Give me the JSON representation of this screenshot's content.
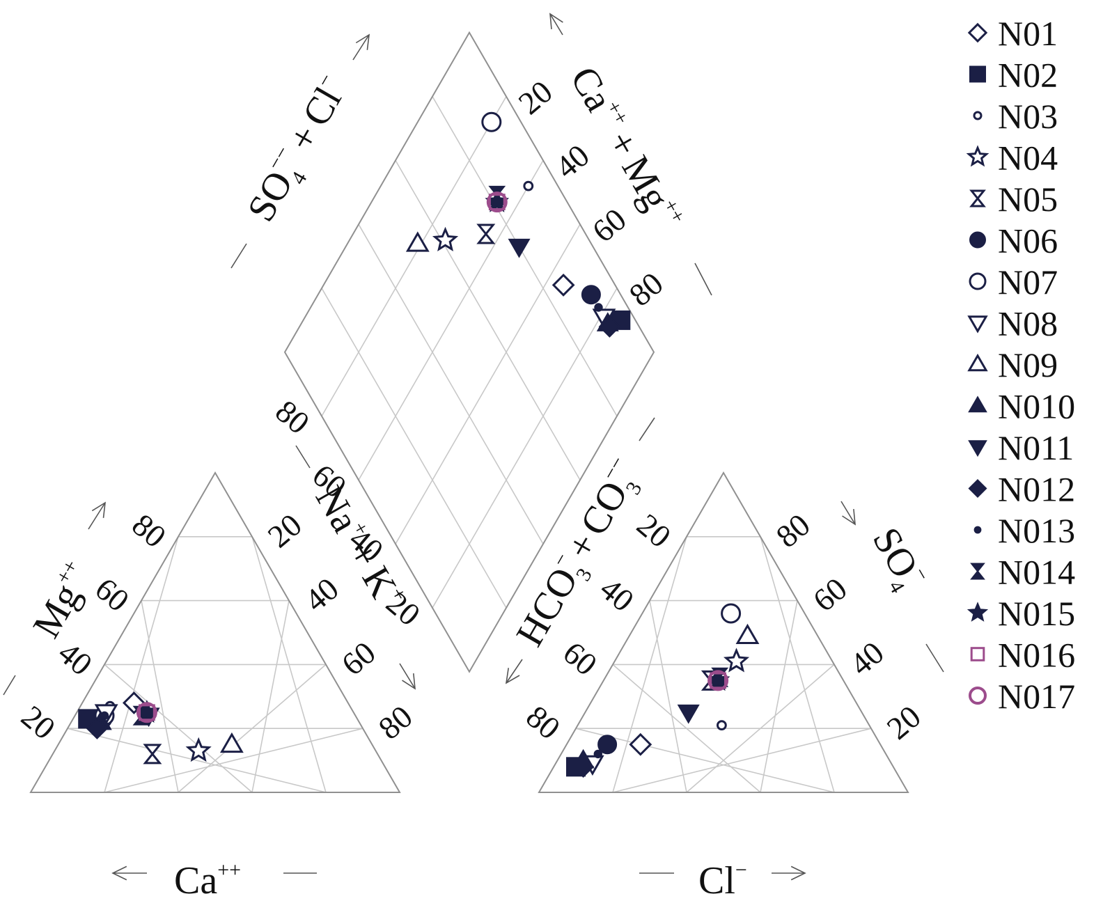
{
  "colors": {
    "marker": "#1b1f45",
    "marker_alt": "#9c4c8c",
    "grid": "#c8c8c8",
    "frame": "#909090"
  },
  "chart_data": {
    "type": "scatter",
    "subtype": "piper-trilinear",
    "title": "",
    "ticks": [
      "20",
      "40",
      "60",
      "80"
    ],
    "grid": true,
    "legend_placement": "right",
    "axes": {
      "cation_triangle": {
        "left_axis": "Mg",
        "left_sup": "++",
        "right_axis_a": "Na",
        "right_sup_a": "+",
        "plus": "+",
        "right_axis_b": "K",
        "right_sup_b": "+",
        "bottom_axis": "Ca",
        "bottom_sup": "++"
      },
      "anion_triangle": {
        "left_axis_a": "HCO",
        "left_sub_a": "3",
        "left_sup_a": "−",
        "plus": "+",
        "left_axis_b": "CO",
        "left_sub_b": "3",
        "left_sup_b": "−−",
        "right_axis": "SO",
        "right_sub": "4",
        "right_sup": "−",
        "bottom_axis": "Cl",
        "bottom_sup": "−"
      },
      "diamond": {
        "left_axis_a": "SO",
        "left_sub_a": "4",
        "left_sup_a": "−−",
        "plus_a": "+",
        "left_axis_b": "Cl",
        "left_sup_b": "−",
        "right_axis_a": "Ca",
        "right_sup_a": "++",
        "plus_b": "+",
        "right_axis_b": "Mg",
        "right_sup_b": "++"
      }
    },
    "series": [
      {
        "name": "N01",
        "marker": "diamond-open",
        "cation": {
          "Ca": 58,
          "Mg": 28,
          "NaK": 14
        },
        "anion": {
          "Cl": 20,
          "SO4": 15,
          "HCO3": 65
        }
      },
      {
        "name": "N02",
        "marker": "square-filled",
        "cation": {
          "Ca": 73,
          "Mg": 23,
          "NaK": 4
        },
        "anion": {
          "Cl": 6,
          "SO4": 8,
          "HCO3": 86
        }
      },
      {
        "name": "N03",
        "marker": "circle-small-open",
        "cation": {
          "Ca": 65,
          "Mg": 27,
          "NaK": 8
        },
        "anion": {
          "Cl": 39,
          "SO4": 21,
          "HCO3": 40
        }
      },
      {
        "name": "N04",
        "marker": "star-open",
        "cation": {
          "Ca": 48,
          "Mg": 13,
          "NaK": 39
        },
        "anion": {
          "Cl": 33,
          "SO4": 41,
          "HCO3": 26
        }
      },
      {
        "name": "N05",
        "marker": "hourglass-open",
        "cation": {
          "Ca": 61,
          "Mg": 12,
          "NaK": 27
        },
        "anion": {
          "Cl": 29,
          "SO4": 35,
          "HCO3": 36
        }
      },
      {
        "name": "N06",
        "marker": "circle-filled",
        "cation": {
          "Ca": 69,
          "Mg": 23,
          "NaK": 8
        },
        "anion": {
          "Cl": 11,
          "SO4": 15,
          "HCO3": 74
        }
      },
      {
        "name": "N07",
        "marker": "circle-open",
        "cation": {
          "Ca": 68,
          "Mg": 24,
          "NaK": 8
        },
        "anion": {
          "Cl": 24,
          "SO4": 56,
          "HCO3": 20
        }
      },
      {
        "name": "N08",
        "marker": "triangle-down-open",
        "cation": {
          "Ca": 67,
          "Mg": 25,
          "NaK": 8
        },
        "anion": {
          "Cl": 10,
          "SO4": 9,
          "HCO3": 81
        }
      },
      {
        "name": "N09",
        "marker": "triangle-up-open",
        "cation": {
          "Ca": 38,
          "Mg": 15,
          "NaK": 47
        },
        "anion": {
          "Cl": 32,
          "SO4": 49,
          "HCO3": 19
        }
      },
      {
        "name": "N010",
        "marker": "triangle-up-filled",
        "cation": {
          "Ca": 70,
          "Mg": 22,
          "NaK": 8
        },
        "anion": {
          "Cl": 7,
          "SO4": 10,
          "HCO3": 83
        }
      },
      {
        "name": "N011",
        "marker": "triangle-down-filled",
        "cation": {
          "Ca": 56,
          "Mg": 24,
          "NaK": 20
        },
        "anion": {
          "Cl": 28,
          "SO4": 25,
          "HCO3": 47
        }
      },
      {
        "name": "N012",
        "marker": "diamond-filled",
        "cation": {
          "Ca": 72,
          "Mg": 20,
          "NaK": 8
        },
        "anion": {
          "Cl": 8,
          "SO4": 8,
          "HCO3": 84
        }
      },
      {
        "name": "N013",
        "marker": "dot-filled",
        "cation": {
          "Ca": 68,
          "Mg": 24,
          "NaK": 8
        },
        "anion": {
          "Cl": 10,
          "SO4": 12,
          "HCO3": 78
        }
      },
      {
        "name": "N014",
        "marker": "hourglass-filled",
        "cation": {
          "Ca": 58,
          "Mg": 24,
          "NaK": 18
        },
        "anion": {
          "Cl": 31,
          "SO4": 36,
          "HCO3": 33
        }
      },
      {
        "name": "N015",
        "marker": "star-filled",
        "cation": {
          "Ca": 56,
          "Mg": 25,
          "NaK": 19
        },
        "anion": {
          "Cl": 31,
          "SO4": 35,
          "HCO3": 34
        }
      },
      {
        "name": "N016",
        "marker": "square-open",
        "cation": {
          "Ca": 56,
          "Mg": 25,
          "NaK": 19
        },
        "anion": {
          "Cl": 31,
          "SO4": 35,
          "HCO3": 34
        }
      },
      {
        "name": "N017",
        "marker": "circle-open-alt",
        "cation": {
          "Ca": 56,
          "Mg": 25,
          "NaK": 19
        },
        "anion": {
          "Cl": 31,
          "SO4": 35,
          "HCO3": 34
        }
      }
    ]
  }
}
